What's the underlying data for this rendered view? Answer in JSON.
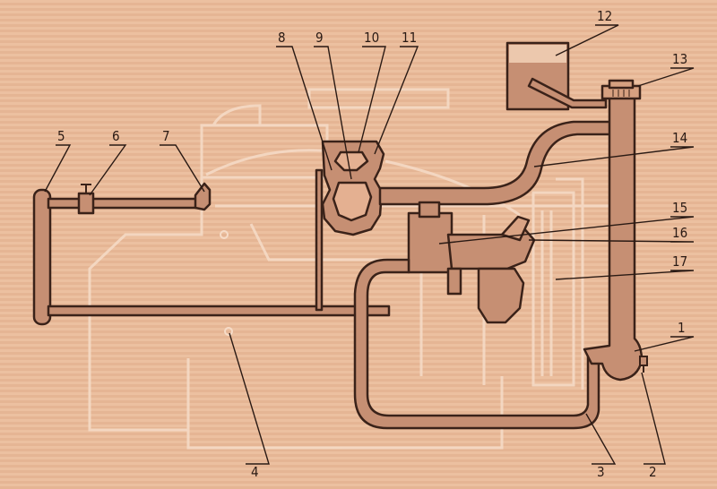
{
  "diagram": {
    "callouts": [
      {
        "id": "c1",
        "label": "1"
      },
      {
        "id": "c2",
        "label": "2"
      },
      {
        "id": "c3",
        "label": "3"
      },
      {
        "id": "c4",
        "label": "4"
      },
      {
        "id": "c5",
        "label": "5"
      },
      {
        "id": "c6",
        "label": "6"
      },
      {
        "id": "c7",
        "label": "7"
      },
      {
        "id": "c8",
        "label": "8"
      },
      {
        "id": "c9",
        "label": "9"
      },
      {
        "id": "c10",
        "label": "10"
      },
      {
        "id": "c11",
        "label": "11"
      },
      {
        "id": "c12",
        "label": "12"
      },
      {
        "id": "c13",
        "label": "13"
      },
      {
        "id": "c14",
        "label": "14"
      },
      {
        "id": "c15",
        "label": "15"
      },
      {
        "id": "c16",
        "label": "16"
      },
      {
        "id": "c17",
        "label": "17"
      }
    ]
  },
  "colors": {
    "paper": "#e8b998",
    "pipe_fill": "#c68f73",
    "pipe_outline": "#3a2219",
    "sketch_line": "#f3d9c4"
  }
}
